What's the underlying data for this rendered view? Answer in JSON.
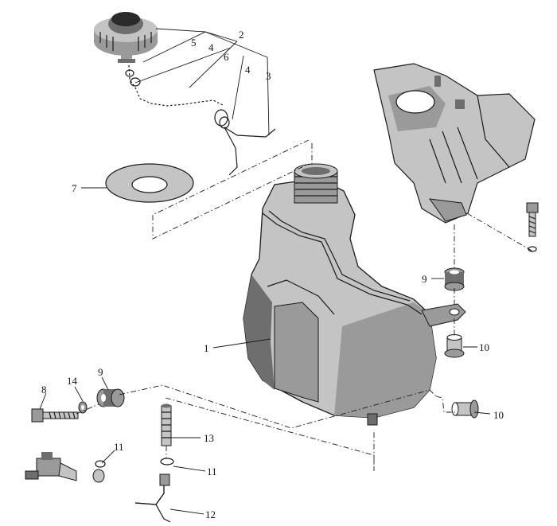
{
  "callouts": {
    "c1": "1",
    "c2": "2",
    "c3": "3",
    "c4a": "4",
    "c4b": "4",
    "c5": "5",
    "c6": "6",
    "c7": "7",
    "c8": "8",
    "c9a": "9",
    "c9b": "9",
    "c10a": "10",
    "c10b": "10",
    "c11a": "11",
    "c11b": "11",
    "c12": "12",
    "c13": "13",
    "c14": "14"
  }
}
